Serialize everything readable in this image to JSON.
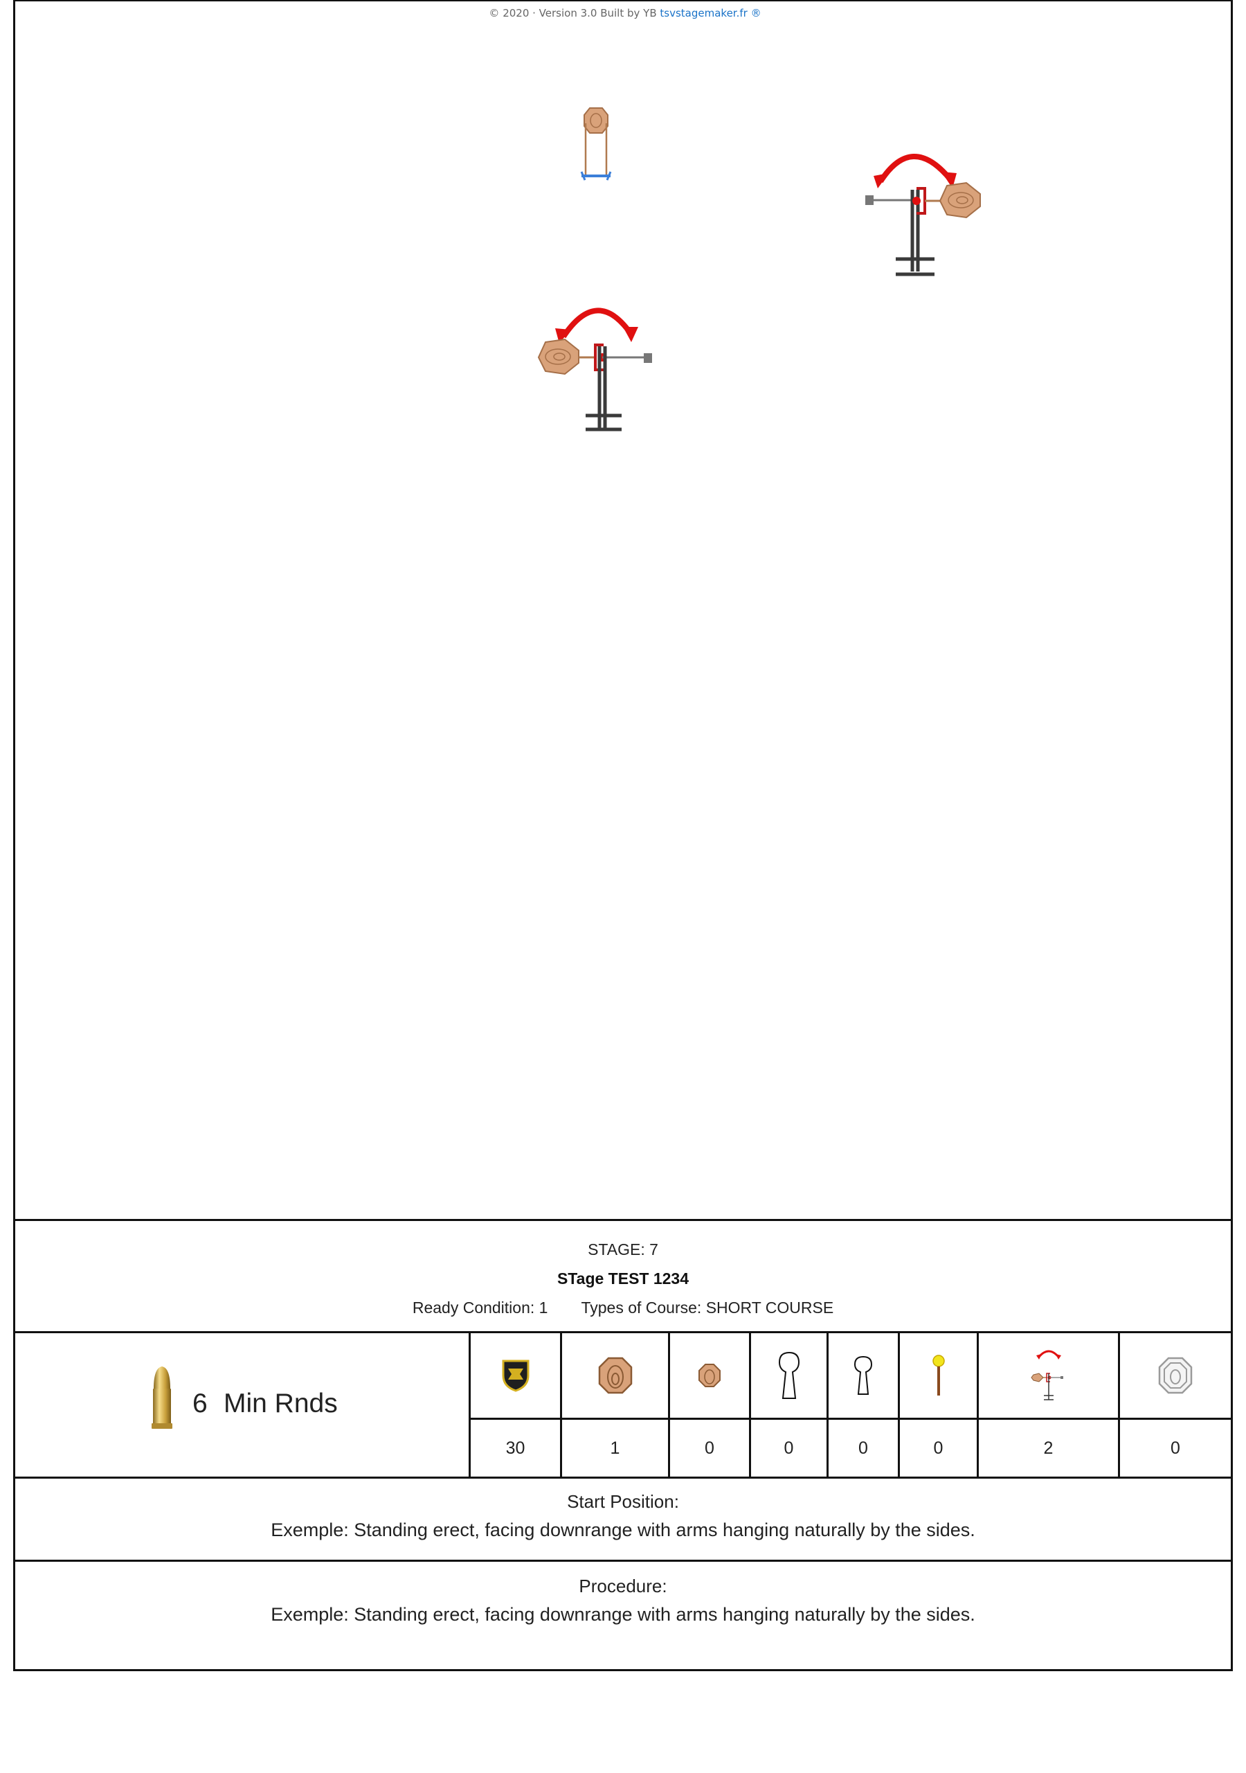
{
  "copyright": {
    "prefix": "© 2020 · Version 3.0 Built by YB",
    "link": "tsvstagemaker.fr ®"
  },
  "canvas": {
    "targets": [
      "paper-target-icon",
      "swinger-target-right-icon",
      "swinger-target-left-icon"
    ]
  },
  "stage": {
    "number_label": "STAGE: 7",
    "name": "STage TEST 1234",
    "ready_condition": "Ready Condition: 1",
    "course_type": "Types of Course: SHORT COURSE"
  },
  "rounds": {
    "count": "6",
    "label": "Min Rnds",
    "icon": "bullet-icon"
  },
  "target_counts": [
    {
      "icon": "ipsc-shield-icon",
      "value": "30"
    },
    {
      "icon": "large-steel-plate-icon",
      "value": "1"
    },
    {
      "icon": "small-steel-plate-icon",
      "value": "0"
    },
    {
      "icon": "popper-icon",
      "value": "0"
    },
    {
      "icon": "mini-popper-icon",
      "value": "0"
    },
    {
      "icon": "stick-target-icon",
      "value": "0"
    },
    {
      "icon": "swinger-target-icon",
      "value": "2"
    },
    {
      "icon": "no-shoot-icon",
      "value": "0"
    }
  ],
  "start_position": {
    "title": "Start Position:",
    "text": "Exemple: Standing erect, facing downrange with arms hanging naturally by the sides."
  },
  "procedure": {
    "title": "Procedure:",
    "text": "Exemple: Standing erect, facing downrange with arms hanging naturally by the sides."
  },
  "colors": {
    "steel": "#d4a077",
    "steel_dark": "#9a6a44",
    "arrow": "#e01010",
    "stand": "#3a3a3a",
    "base_blue": "#3b7fd9"
  }
}
